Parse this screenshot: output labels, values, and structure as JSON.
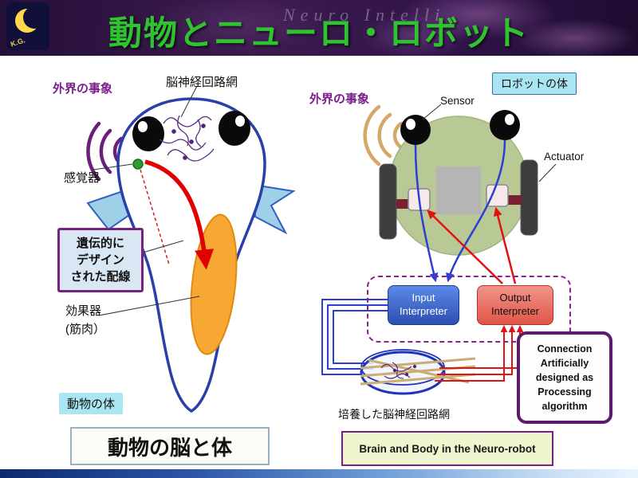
{
  "header": {
    "title": "動物とニューロ・ロボット",
    "watermark": "Neuro  Intelli",
    "logo_text": "K.G."
  },
  "animal": {
    "external_event_label": "外界の事象",
    "neural_net_label": "脳神経回路網",
    "sensor_label": "感覚器",
    "genetic_wiring_label": "遺伝的に\nデザイン\nされた配線",
    "effector_label": "効果器\n(筋肉）",
    "body_tag": "動物の体",
    "caption": "動物の脳と体"
  },
  "robot": {
    "external_event_label": "外界の事象",
    "body_tag": "ロボットの体",
    "sensor_label": "Sensor",
    "actuator_label": "Actuator",
    "input_interpreter": "Input\nInterpreter",
    "output_interpreter": "Output\nInterpreter",
    "cultured_net_label": "培養した脳神経回路網",
    "connection_note": "Connection\nArtificially\ndesigned  as\nProcessing\nalgorithm",
    "caption": "Brain and Body in the Neuro-robot"
  },
  "colors": {
    "title_green": "#2fc42f",
    "cyan_tag": "#a9e6f2",
    "accent_purple": "#7a2080",
    "signal_blue": "#2b3fd4",
    "signal_red": "#e01212",
    "muscle_orange": "#f7a833",
    "robot_green": "#b9c995"
  }
}
